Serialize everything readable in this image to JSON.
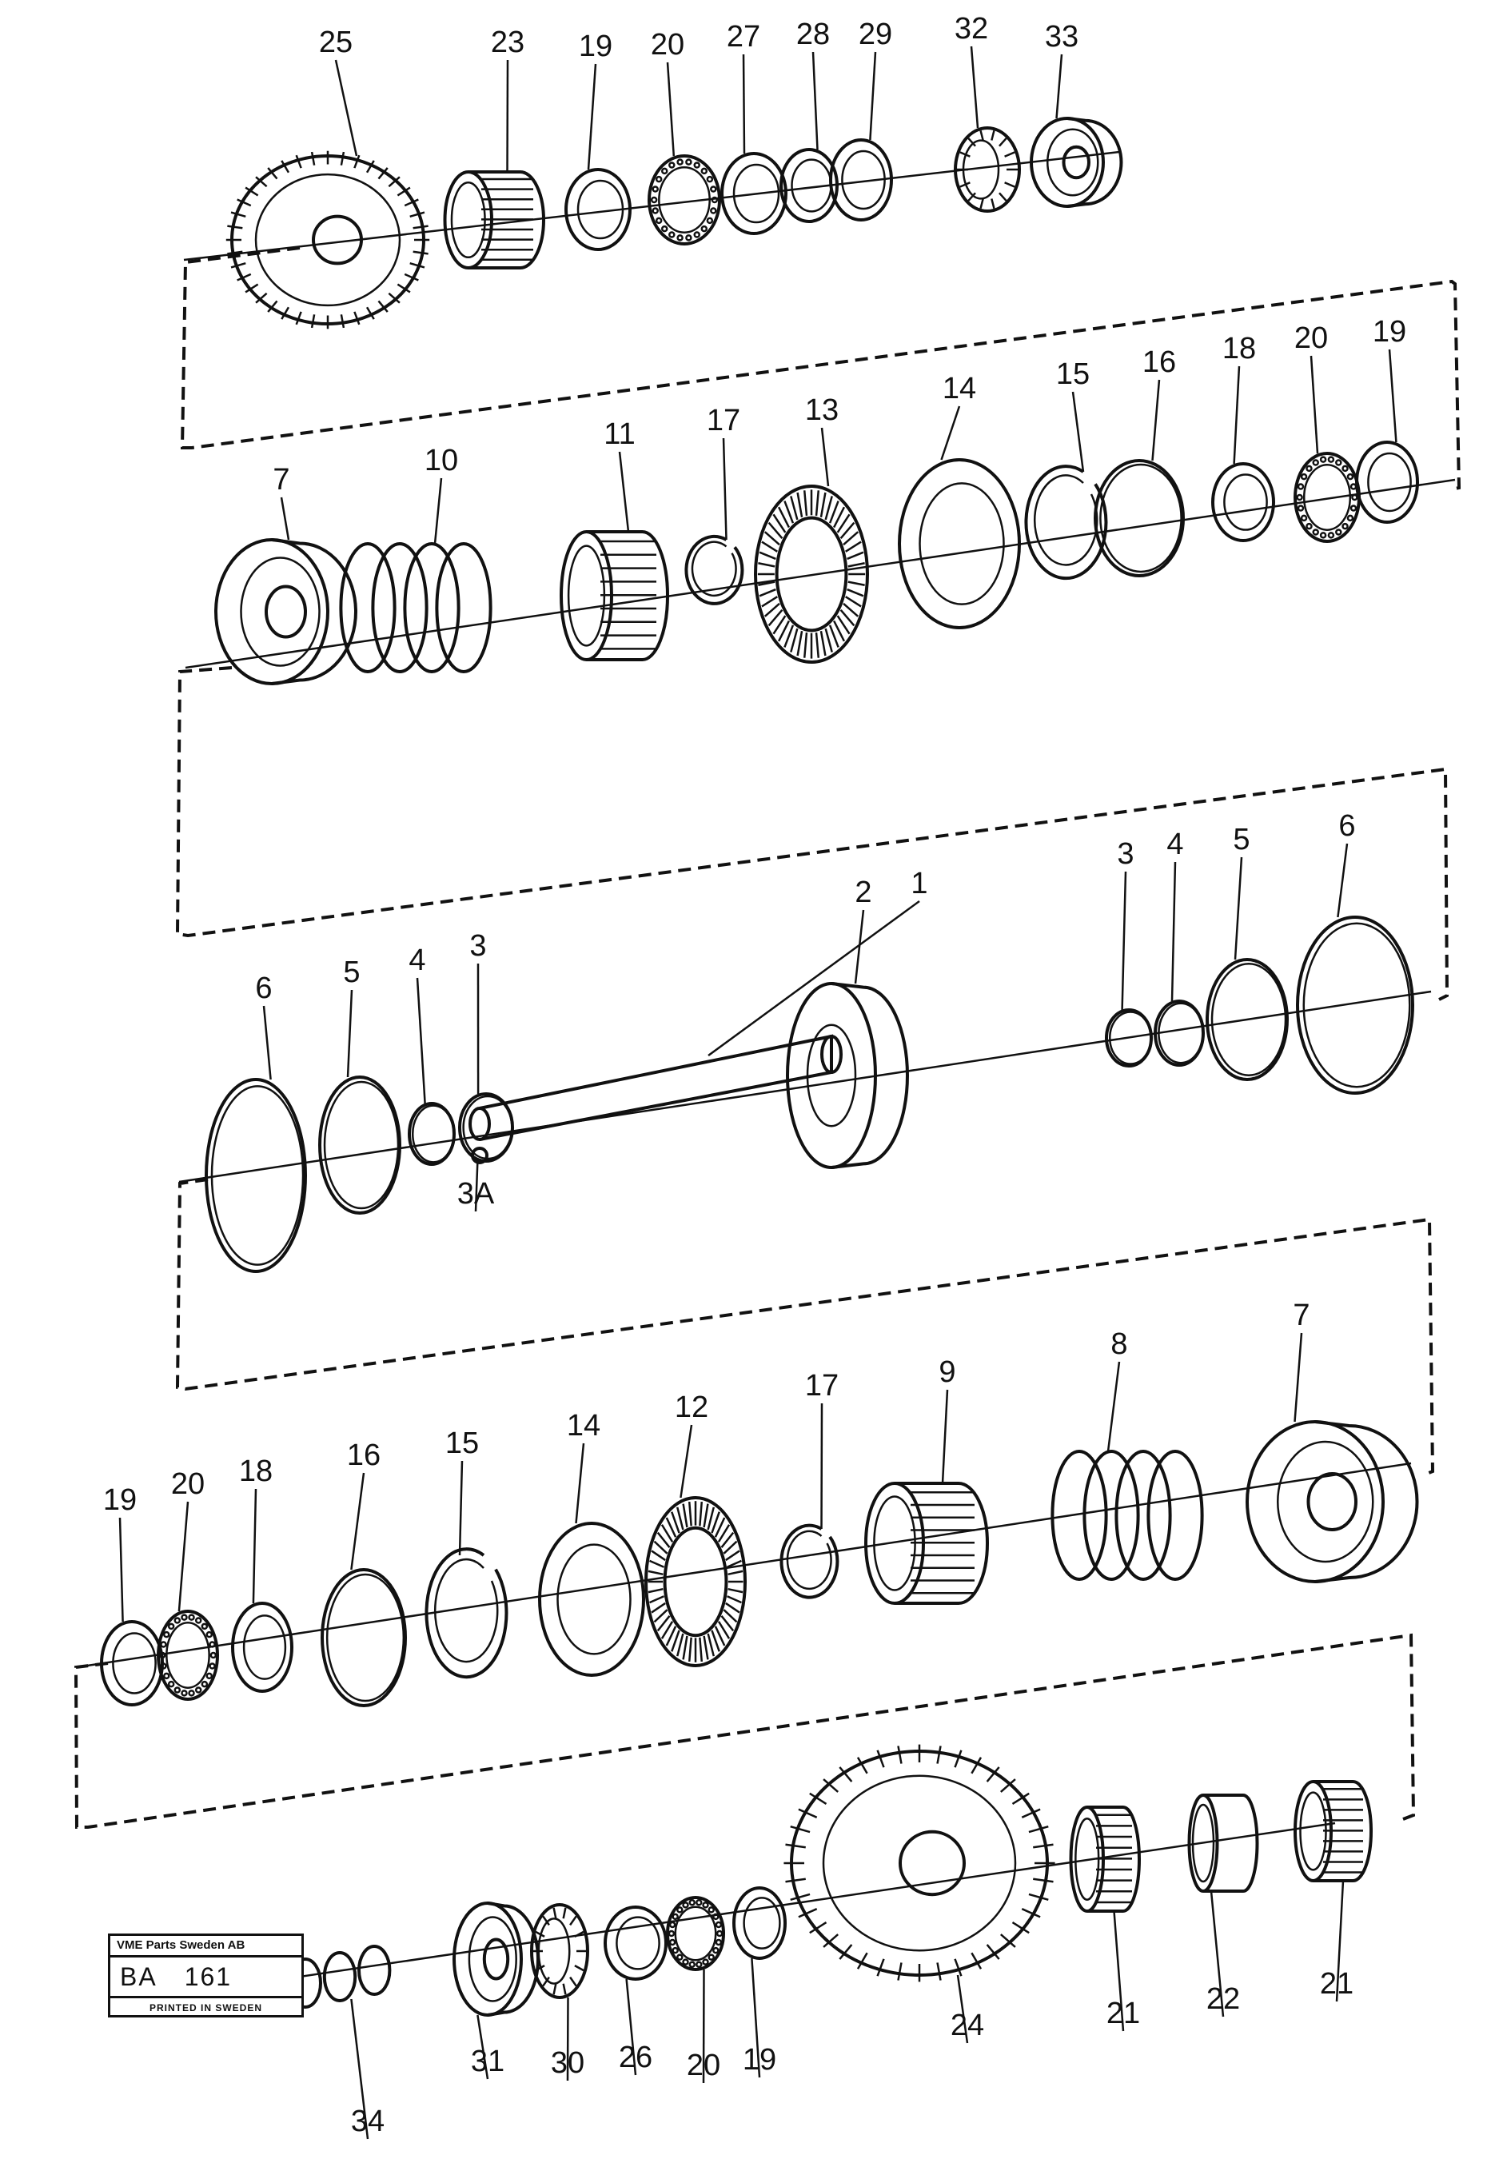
{
  "title_block": {
    "company": "VME Parts Sweden AB",
    "code_prefix": "BA",
    "code_number": "161",
    "printed": "PRINTED IN SWEDEN"
  },
  "rows": [
    {
      "parts": [
        {
          "id": "25",
          "label": "25",
          "kind": "gear"
        },
        {
          "id": "23",
          "label": "23",
          "kind": "bearing"
        },
        {
          "id": "19",
          "label": "19",
          "kind": "washer"
        },
        {
          "id": "20",
          "label": "20",
          "kind": "needle"
        },
        {
          "id": "27",
          "label": "27",
          "kind": "washer"
        },
        {
          "id": "28",
          "label": "28",
          "kind": "washer"
        },
        {
          "id": "29",
          "label": "29",
          "kind": "washer"
        },
        {
          "id": "32",
          "label": "32",
          "kind": "taper"
        },
        {
          "id": "33",
          "label": "33",
          "kind": "cup"
        }
      ]
    },
    {
      "parts": [
        {
          "id": "7",
          "label": "7",
          "kind": "cup"
        },
        {
          "id": "10",
          "label": "10",
          "kind": "spring"
        },
        {
          "id": "11",
          "label": "11",
          "kind": "bearing"
        },
        {
          "id": "17",
          "label": "17",
          "kind": "split"
        },
        {
          "id": "13",
          "label": "13",
          "kind": "disc"
        },
        {
          "id": "14",
          "label": "14",
          "kind": "washer"
        },
        {
          "id": "15",
          "label": "15",
          "kind": "split"
        },
        {
          "id": "16",
          "label": "16",
          "kind": "ring"
        },
        {
          "id": "18",
          "label": "18",
          "kind": "washer"
        },
        {
          "id": "20",
          "label": "20",
          "kind": "needle"
        },
        {
          "id": "19",
          "label": "19",
          "kind": "washer"
        }
      ]
    },
    {
      "parts": [
        {
          "id": "6",
          "label": "6",
          "kind": "ring"
        },
        {
          "id": "5",
          "label": "5",
          "kind": "ring"
        },
        {
          "id": "4",
          "label": "4",
          "kind": "ring"
        },
        {
          "id": "3",
          "label": "3",
          "kind": "ring"
        },
        {
          "id": "3A",
          "label": "3A",
          "kind": "ball"
        },
        {
          "id": "2",
          "label": "2",
          "kind": "hub"
        },
        {
          "id": "1",
          "label": "1",
          "kind": "shaft"
        },
        {
          "id": "3",
          "label": "3",
          "kind": "ring"
        },
        {
          "id": "4",
          "label": "4",
          "kind": "ring"
        },
        {
          "id": "5",
          "label": "5",
          "kind": "ring"
        },
        {
          "id": "6",
          "label": "6",
          "kind": "ring"
        }
      ]
    },
    {
      "parts": [
        {
          "id": "19",
          "label": "19",
          "kind": "washer"
        },
        {
          "id": "20",
          "label": "20",
          "kind": "needle"
        },
        {
          "id": "18",
          "label": "18",
          "kind": "washer"
        },
        {
          "id": "16",
          "label": "16",
          "kind": "ring"
        },
        {
          "id": "15",
          "label": "15",
          "kind": "split"
        },
        {
          "id": "14",
          "label": "14",
          "kind": "washer"
        },
        {
          "id": "12",
          "label": "12",
          "kind": "disc"
        },
        {
          "id": "17",
          "label": "17",
          "kind": "split"
        },
        {
          "id": "9",
          "label": "9",
          "kind": "bearing"
        },
        {
          "id": "8",
          "label": "8",
          "kind": "spring"
        },
        {
          "id": "7",
          "label": "7",
          "kind": "cup"
        }
      ]
    },
    {
      "parts": [
        {
          "id": "34",
          "label": "34",
          "kind": "rings3"
        },
        {
          "id": "31",
          "label": "31",
          "kind": "cup"
        },
        {
          "id": "30",
          "label": "30",
          "kind": "taper"
        },
        {
          "id": "26",
          "label": "26",
          "kind": "washer"
        },
        {
          "id": "20",
          "label": "20",
          "kind": "needle"
        },
        {
          "id": "19",
          "label": "19",
          "kind": "washer"
        },
        {
          "id": "24",
          "label": "24",
          "kind": "gear"
        },
        {
          "id": "21",
          "label": "21",
          "kind": "bearing"
        },
        {
          "id": "22",
          "label": "22",
          "kind": "sleeve"
        },
        {
          "id": "21",
          "label": "21",
          "kind": "bearing"
        }
      ]
    }
  ]
}
